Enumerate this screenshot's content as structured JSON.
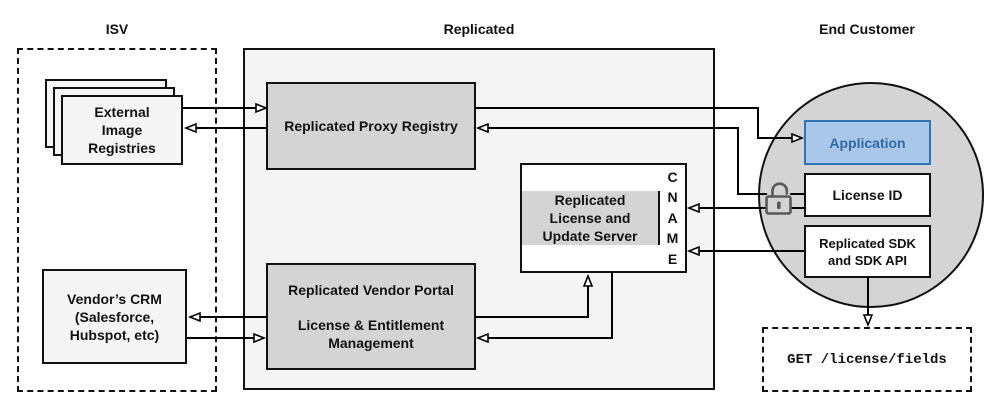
{
  "sections": {
    "isv": "ISV",
    "replicated": "Replicated",
    "end_customer": "End Customer"
  },
  "nodes": {
    "registries": {
      "lines": [
        "External",
        "Image",
        "Registries"
      ]
    },
    "crm": {
      "lines": [
        "Vendor’s CRM",
        "(Salesforce,",
        "Hubspot, etc)"
      ]
    },
    "proxy": {
      "label": "Replicated Proxy Registry"
    },
    "portal": {
      "title": "Replicated Vendor Portal",
      "subtitle_lines": [
        "License & Entitlement",
        "Management"
      ]
    },
    "license_server": {
      "lines": [
        "Replicated",
        "License and",
        "Update Server"
      ]
    },
    "cname": {
      "letters": [
        "C",
        "N",
        "A",
        "M",
        "E"
      ]
    },
    "application": {
      "label": "Application"
    },
    "license_id": {
      "label": "License ID"
    },
    "sdk": {
      "lines": [
        "Replicated SDK",
        "and SDK API"
      ]
    },
    "get_endpoint": {
      "label": "GET /license/fields"
    }
  },
  "colors": {
    "application_fill": "#a9c7e8",
    "application_border": "#2e75b6",
    "application_text": "#2d6ba8",
    "node_gray": "#d4d4d4",
    "container_gray": "#f4f4f4",
    "light_node": "#f5f5f5",
    "line": "#000000",
    "lock_icon": "#595959"
  }
}
